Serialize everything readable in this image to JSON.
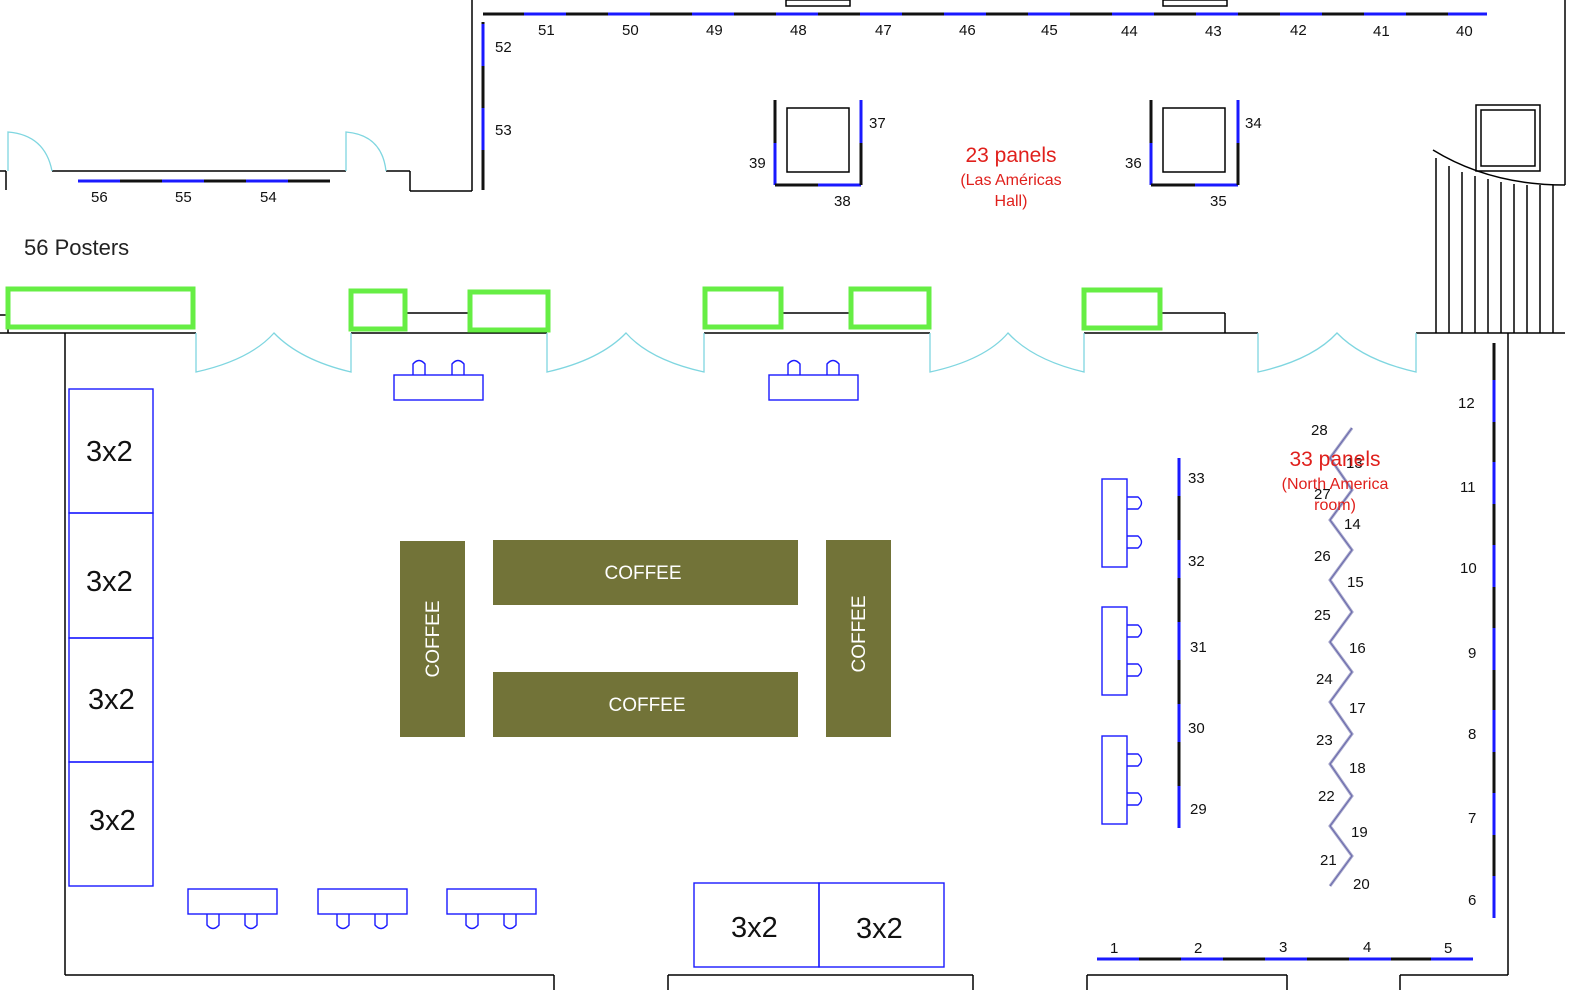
{
  "posters_label": "56 Posters",
  "rooms": {
    "las_americas": {
      "title": "23 panels",
      "sub_line1": "(Las Américas",
      "sub_line2": "Hall)"
    },
    "north_america": {
      "title": "33 panels",
      "sub_line1": "(North America",
      "sub_line2": "room)"
    }
  },
  "coffee_label": "COFFEE",
  "table_label": "3x2",
  "panel_numbers": {
    "bottom_row": [
      "1",
      "2",
      "3",
      "4",
      "5"
    ],
    "right_wall": [
      "6",
      "7",
      "8",
      "9",
      "10",
      "11",
      "12"
    ],
    "zigzag_right": [
      "13",
      "14",
      "15",
      "16",
      "17",
      "18",
      "19",
      "20"
    ],
    "zigzag_left": [
      "21",
      "22",
      "23",
      "24",
      "25",
      "26",
      "27",
      "28"
    ],
    "column": [
      "29",
      "30",
      "31",
      "32",
      "33"
    ],
    "pillar_right": [
      "34",
      "35",
      "36"
    ],
    "pillar_left": [
      "37",
      "38",
      "39"
    ],
    "top_row": [
      "40",
      "41",
      "42",
      "43",
      "44",
      "45",
      "46",
      "47",
      "48",
      "49",
      "50",
      "51"
    ],
    "side": [
      "52",
      "53"
    ],
    "left_wall": [
      "54",
      "55",
      "56"
    ]
  }
}
